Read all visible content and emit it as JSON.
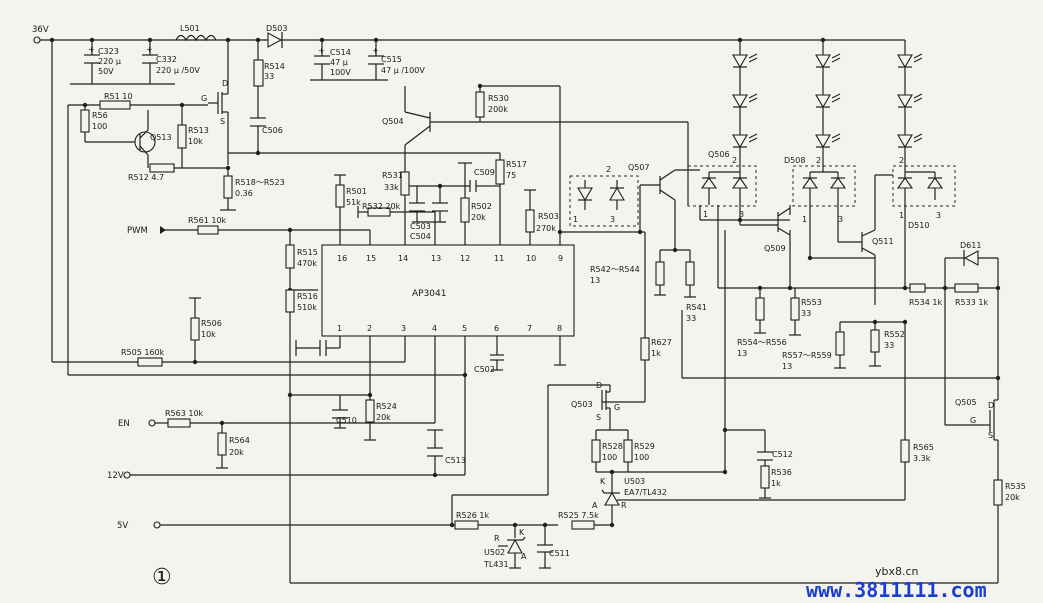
{
  "diagram": {
    "inputs": {
      "v36": "36V",
      "pwm": "PWM",
      "en": "EN",
      "v12": "12V",
      "v5": "5V"
    },
    "ic": {
      "name": "AP3041",
      "pins_top": [
        "16",
        "15",
        "14",
        "13",
        "12",
        "11",
        "10",
        "9"
      ],
      "pins_bottom": [
        "1",
        "2",
        "3",
        "4",
        "5",
        "6",
        "7",
        "8"
      ]
    },
    "labels": {
      "c323": [
        "C323",
        "220 μ",
        "50V"
      ],
      "c332": [
        "C332",
        "220 μ /50V"
      ],
      "l501": "L501",
      "d503": "D503",
      "c514": [
        "C514",
        "47 μ",
        "100V"
      ],
      "c515": [
        "C515",
        "47 μ /100V"
      ],
      "r514": [
        "R514",
        "33"
      ],
      "c506": "C506",
      "r51": "R51 10",
      "r56": [
        "R56",
        "100"
      ],
      "q513": "Q513",
      "r513": [
        "R513",
        "10k"
      ],
      "r512": "R512 4.7",
      "r518": [
        "R518～R523",
        "0.36"
      ],
      "q504": "Q504",
      "r530": [
        "R530",
        "200k"
      ],
      "r531": [
        "R531",
        "33k"
      ],
      "c509": "C509",
      "r517": [
        "R517",
        "75"
      ],
      "r501": [
        "R501",
        "51k"
      ],
      "r532": "R532 20k",
      "c503": [
        "C503",
        "C504"
      ],
      "r502": [
        "R502",
        "20k"
      ],
      "r503": [
        "R503",
        "270k"
      ],
      "r561": "R561 10k",
      "r515": [
        "R515",
        "470k"
      ],
      "r516": [
        "R516",
        "510k"
      ],
      "r506": [
        "R506",
        "10k"
      ],
      "r505": "R505 160k",
      "c502": "C502",
      "r524": [
        "R524",
        "20k"
      ],
      "c510": "C510",
      "r563": "R563 10k",
      "r564": [
        "R564",
        "20k"
      ],
      "c513": "C513",
      "q507": "Q507",
      "q506": "Q506",
      "d508": "D508",
      "d510": "D510",
      "q509": "Q509",
      "q511": "Q511",
      "d611": "D611",
      "r542": [
        "R542～R544",
        "13"
      ],
      "r541": [
        "R541",
        "33"
      ],
      "r553": [
        "R553",
        "33"
      ],
      "r554": [
        "R554～R556",
        "13"
      ],
      "r557": [
        "R557～R559",
        "13"
      ],
      "r552": [
        "R552",
        "33"
      ],
      "r534": "R534 1k",
      "r533": "R533 1k",
      "r627": [
        "R627",
        "1k"
      ],
      "q503": "Q503",
      "r528": [
        "R528",
        "100"
      ],
      "r529": [
        "R529",
        "100"
      ],
      "c512": "C512",
      "r536": [
        "R536",
        "1k"
      ],
      "u503": [
        "U503",
        "EA7/TL432"
      ],
      "r565": [
        "R565",
        "3.3k"
      ],
      "q505": "Q505",
      "r535": [
        "R535",
        "20k"
      ],
      "r526": "R526 1k",
      "u502": [
        "U502",
        "TL431"
      ],
      "r525": "R525 7.5k",
      "c511": "C511",
      "circle_num": "①"
    },
    "watermark": {
      "small": "ybx8.cn",
      "big": "www.3811111.com"
    }
  }
}
